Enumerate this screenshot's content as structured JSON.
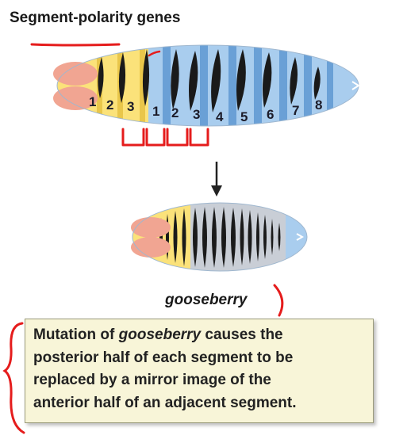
{
  "title": "Segment-polarity genes",
  "wildtype": {
    "segment_numbers": [
      "1",
      "2",
      "3",
      "1",
      "2",
      "3",
      "4",
      "5",
      "6",
      "7",
      "8"
    ]
  },
  "mutant": {
    "label": "gooseberry"
  },
  "caption": {
    "prefix": "Mutation of ",
    "gene": "gooseberry",
    "suffix_line1": " causes the",
    "line2": "posterior half of each segment to be",
    "line3": "replaced by a mirror image of the",
    "line4": "anterior half of an adjacent segment."
  },
  "colors": {
    "head": "#f1a592",
    "yellow_region": "#fbe27a",
    "blue_region": "#a9cdee",
    "band": "#6aa0d6",
    "stripe": "#1a1a1a",
    "annotation": "#e51c1c"
  }
}
